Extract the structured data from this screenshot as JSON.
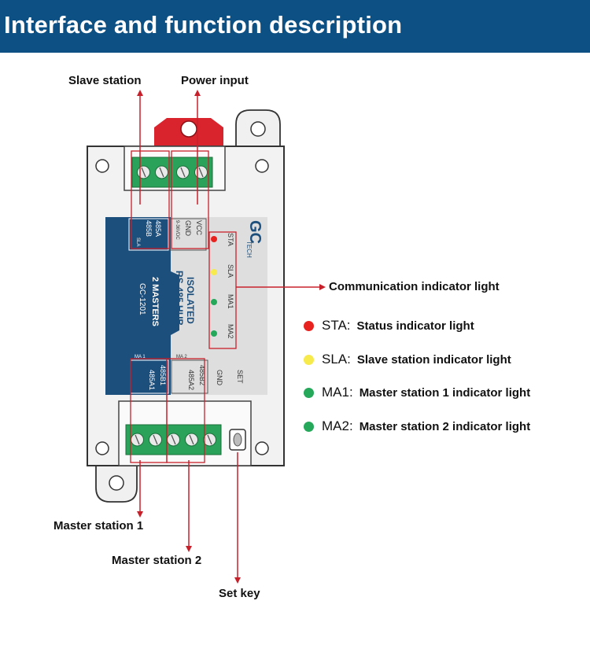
{
  "header": {
    "title": "Interface and function description"
  },
  "callouts": {
    "slave_station": "Slave station",
    "power_input": "Power input",
    "communication_indicator": "Communication indicator  light",
    "master_station_1": "Master station 1",
    "master_station_2": "Master station 2",
    "set_key": "Set key"
  },
  "device": {
    "brand": "GC",
    "brand_sub": "TECH",
    "product_line1": "ISOLATED",
    "product_line2": "RS-485 HUB",
    "masters": "2 MASTERS",
    "model": "GC-1201",
    "top_left_terminals": [
      "485A",
      "485B"
    ],
    "top_left_group": "SLA",
    "top_right_terminals": [
      "VCC",
      "GND"
    ],
    "top_right_group": "9-36VDC",
    "indicator_labels": [
      "STA",
      "SLA",
      "MA1",
      "MA2"
    ],
    "bottom_ma1_terminals": [
      "485B1",
      "485A1"
    ],
    "bottom_ma1_group": "MA 1",
    "bottom_ma2_terminals": [
      "485B2",
      "485A2"
    ],
    "bottom_ma2_group": "MA 2",
    "gnd_label": "GND",
    "set_label": "SET"
  },
  "legend": [
    {
      "code": "STA:",
      "desc": "Status indicator  light",
      "color": "#e8231f"
    },
    {
      "code": "SLA:",
      "desc": "Slave station indicator light",
      "color": "#f7ea4d"
    },
    {
      "code": "MA1:",
      "desc": "Master station 1 indicator light",
      "color": "#25a85a"
    },
    {
      "code": "MA2:",
      "desc": "Master station 2 indicator light",
      "color": "#25a85a"
    }
  ],
  "colors": {
    "header": "#0d5184",
    "panel_blue": "#1d4f7c",
    "terminal_green": "#2aa25a",
    "callout_red": "#c8202b",
    "sta_led": "#e8231f",
    "sla_led": "#f7ea4d",
    "ma_led": "#25a85a"
  }
}
